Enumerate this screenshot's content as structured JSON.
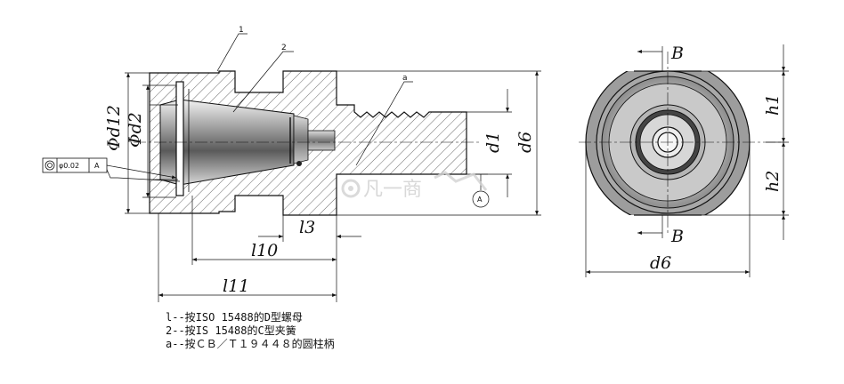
{
  "labels": {
    "d12": "Φd12",
    "d2": "Φd2",
    "d1": "d1",
    "d6": "d6",
    "l3": "l3",
    "l10": "l10",
    "l11": "l11",
    "h1": "h1",
    "h2": "h2",
    "d6_end": "d6",
    "section_top": "B",
    "section_bottom": "B"
  },
  "leaders": {
    "n1": "1",
    "n2": "2",
    "na": "a"
  },
  "tolerance": {
    "value": "φ0.02",
    "datum": "A"
  },
  "datum_marker": "A",
  "watermark": "凡一商",
  "notes": [
    "l--按ISO 15488的D型螺母",
    "2--按IS 15488的C型夹簧",
    "a--按ＣＢ／Ｔ１９４４８的圆柱柄"
  ]
}
